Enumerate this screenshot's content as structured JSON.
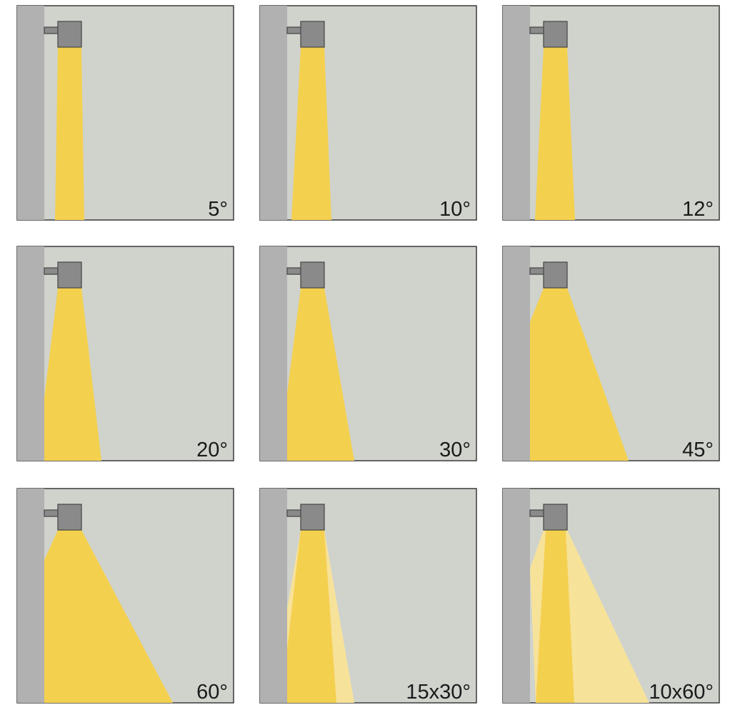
{
  "panels": [
    {
      "label": "5°",
      "beam_angle_deg": 5
    },
    {
      "label": "10°",
      "beam_angle_deg": 10
    },
    {
      "label": "12°",
      "beam_angle_deg": 12
    },
    {
      "label": "20°",
      "beam_angle_deg": 20
    },
    {
      "label": "30°",
      "beam_angle_deg": 30
    },
    {
      "label": "45°",
      "beam_angle_deg": 45
    },
    {
      "label": "60°",
      "beam_angle_deg": 60
    },
    {
      "label": "15x30°",
      "beam_angle_deg": 15,
      "secondary_beam_angle_deg": 30
    },
    {
      "label": "10x60°",
      "beam_angle_deg": 10,
      "secondary_beam_angle_deg": 60
    }
  ],
  "colors": {
    "panel_background": "#cfd3cc",
    "wall": "#b1b1b1",
    "beam_primary": "#f4d04f",
    "beam_secondary": "#f7e29a",
    "fixture": "#8a8a8a",
    "outline": "#3a3a3a"
  },
  "icons": {
    "fixture": "wall-mounted-spotlight-icon"
  }
}
